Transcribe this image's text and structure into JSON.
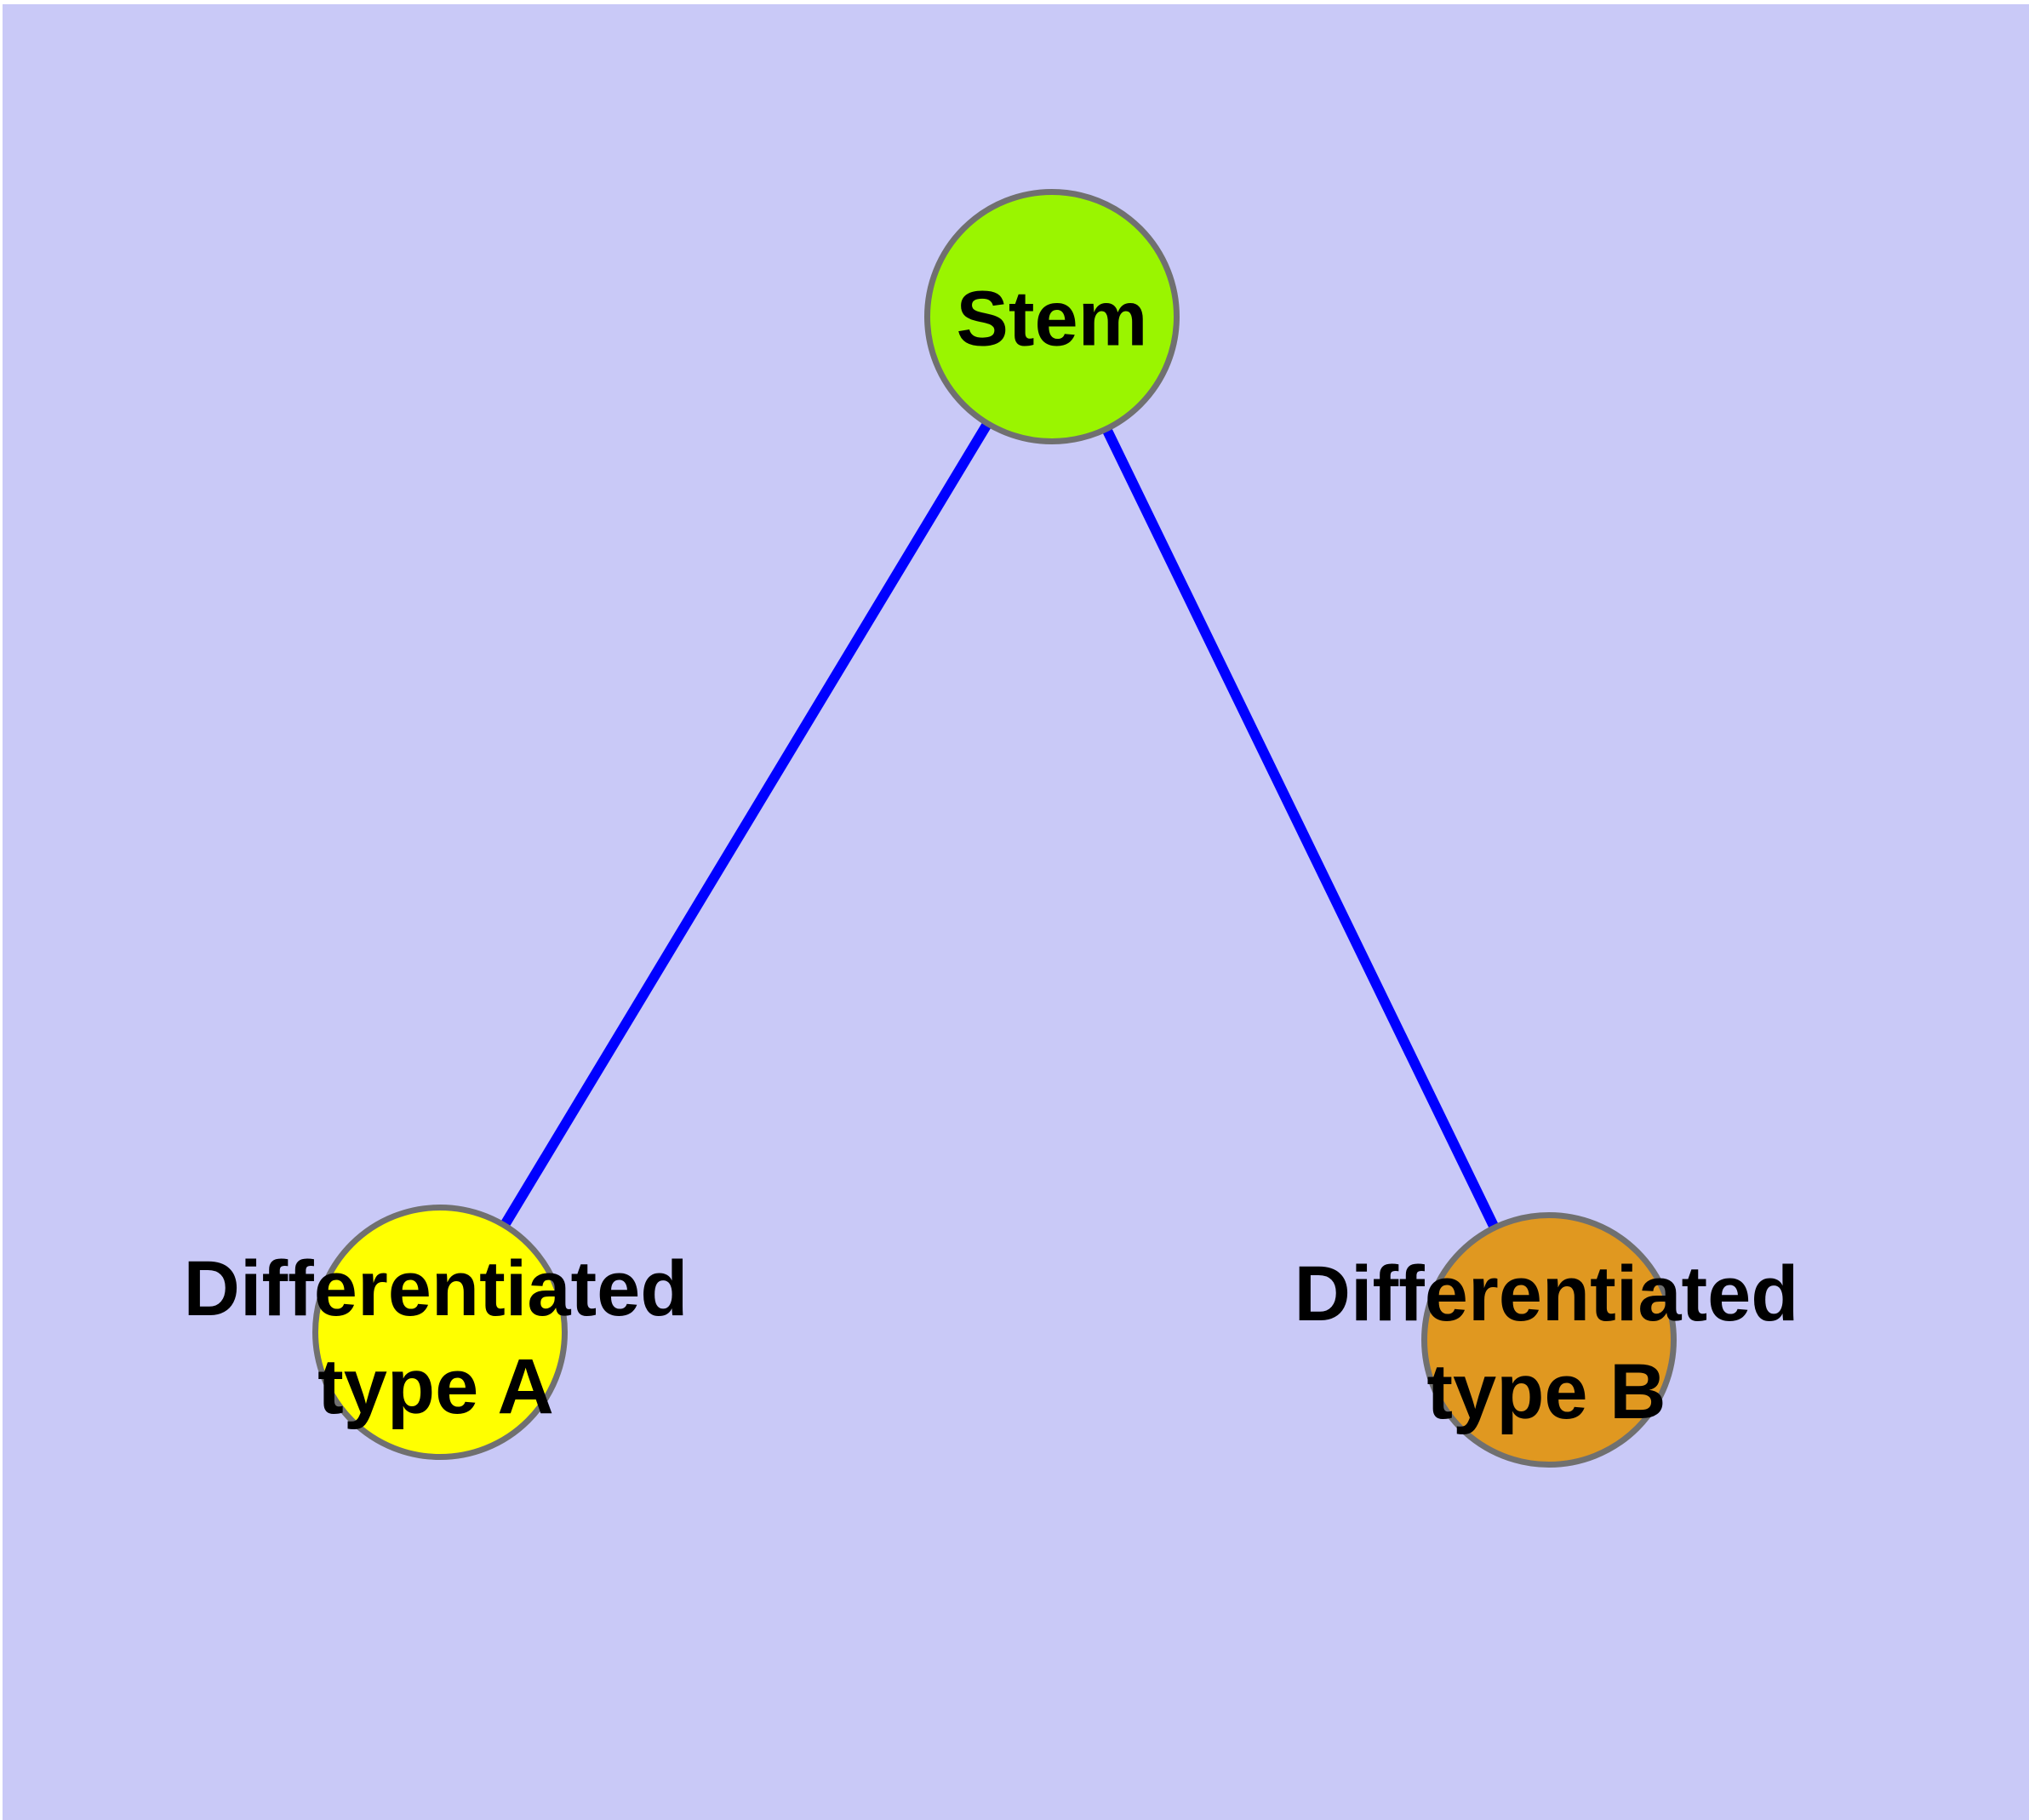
{
  "canvas": {
    "background_color": "#C9C9F7",
    "edge_color": "#0000FF",
    "node_border_color": "#707070",
    "text_color": "#000000"
  },
  "nodes": {
    "stem": {
      "label": "Stem",
      "fill": "#9AF500"
    },
    "type_a": {
      "label": "Differentiated\ntype A",
      "fill": "#FFFF00"
    },
    "type_b": {
      "label": "Differentiated\ntype B",
      "fill": "#E09820"
    }
  },
  "edges": [
    {
      "from": "Stem",
      "to": "Differentiated type A"
    },
    {
      "from": "Stem",
      "to": "Differentiated type B"
    }
  ]
}
